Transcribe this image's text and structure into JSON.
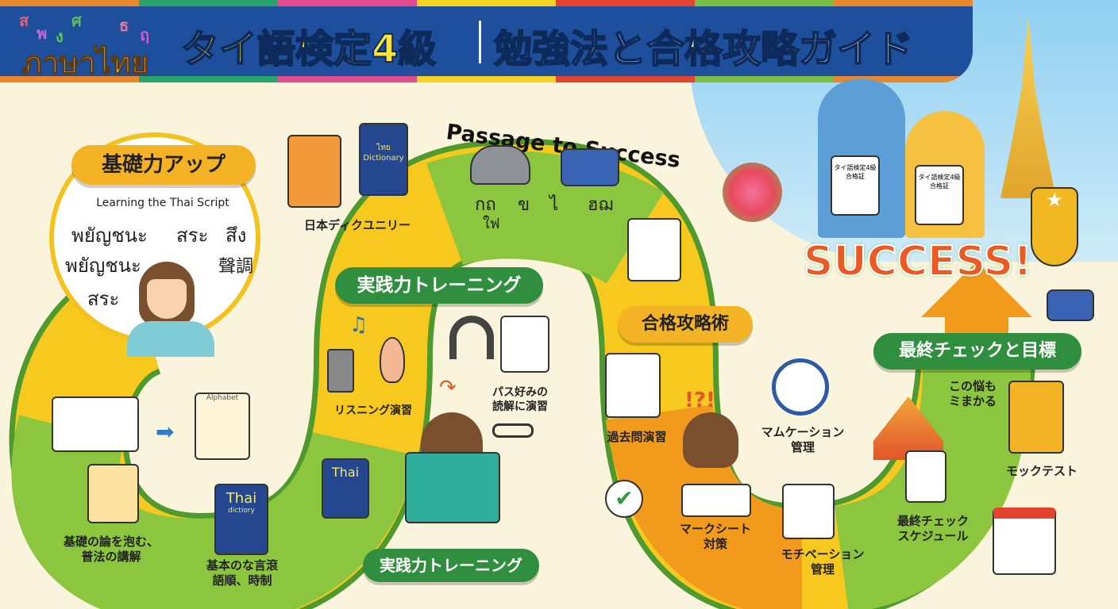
{
  "header": {
    "logo_text": "ภาษาไทย",
    "logo_letters": [
      "ส",
      "พ",
      "ง",
      "ศ",
      "ธ",
      "ฤ"
    ],
    "title_main": "タイ語検定4級",
    "title_sub": "勉強法と合格攻略ガイド",
    "stripe_colors": [
      "#e8872c",
      "#2aa36b",
      "#e24c8c",
      "#f5d320",
      "#e2442f",
      "#7cc043",
      "#e8872c"
    ]
  },
  "path_title": "Passage to Success",
  "success_text": "SUCCESS!",
  "certificate_text": [
    "タイ語検定4級",
    "合格証"
  ],
  "sections": {
    "basics": {
      "label": "基礎力アップ",
      "subtitle": "Learning the Thai Script",
      "thai_words": [
        "พยัญชนะ",
        "สระ",
        "สึง",
        "พยัญชนะ",
        "สระ"
      ],
      "tone": "聲調"
    },
    "practice_top": {
      "label": "実践力トレーニング"
    },
    "practice_bottom": {
      "label": "実践力トレーニング"
    },
    "strategy": {
      "label": "合格攻略術"
    },
    "final": {
      "label": "最終チェックと目標"
    }
  },
  "road_thai": [
    "กถ",
    "ข",
    "ไ",
    "ฮฌ",
    "ใฟ"
  ],
  "items": {
    "dictionary": "日本ディクユニリー",
    "dict_book": "ไทย Dictionary",
    "grammar": "基礎の論を泡む、\n普法の講解",
    "basic_words": "基本のな言滾\n語順、時制",
    "thai_book": "Thai",
    "thai_book_sub": "dictiory",
    "listening": "リスニング演習",
    "reading": "パス好みの\n読解に演習",
    "past_exams": "過去問演習",
    "mark_sheet": "マークシート\n対策",
    "time_mgmt": "マムケーション\n管理",
    "motivation": "モチベーション\n管理",
    "worry": "この悩も\nミまかる",
    "mock_test": "モックテスト",
    "final_schedule": "最終チェック\nスケジュール",
    "alphabet": "Alphabet"
  },
  "colors": {
    "header_blue": "#1d4f9c",
    "title_yellow": "#ffe43a",
    "road_yellow": "#f7c81e",
    "road_green": "#8cc63f",
    "road_orange": "#f29a1c",
    "pill_green": "#2f8f3e",
    "success_orange": "#ea5a22"
  }
}
